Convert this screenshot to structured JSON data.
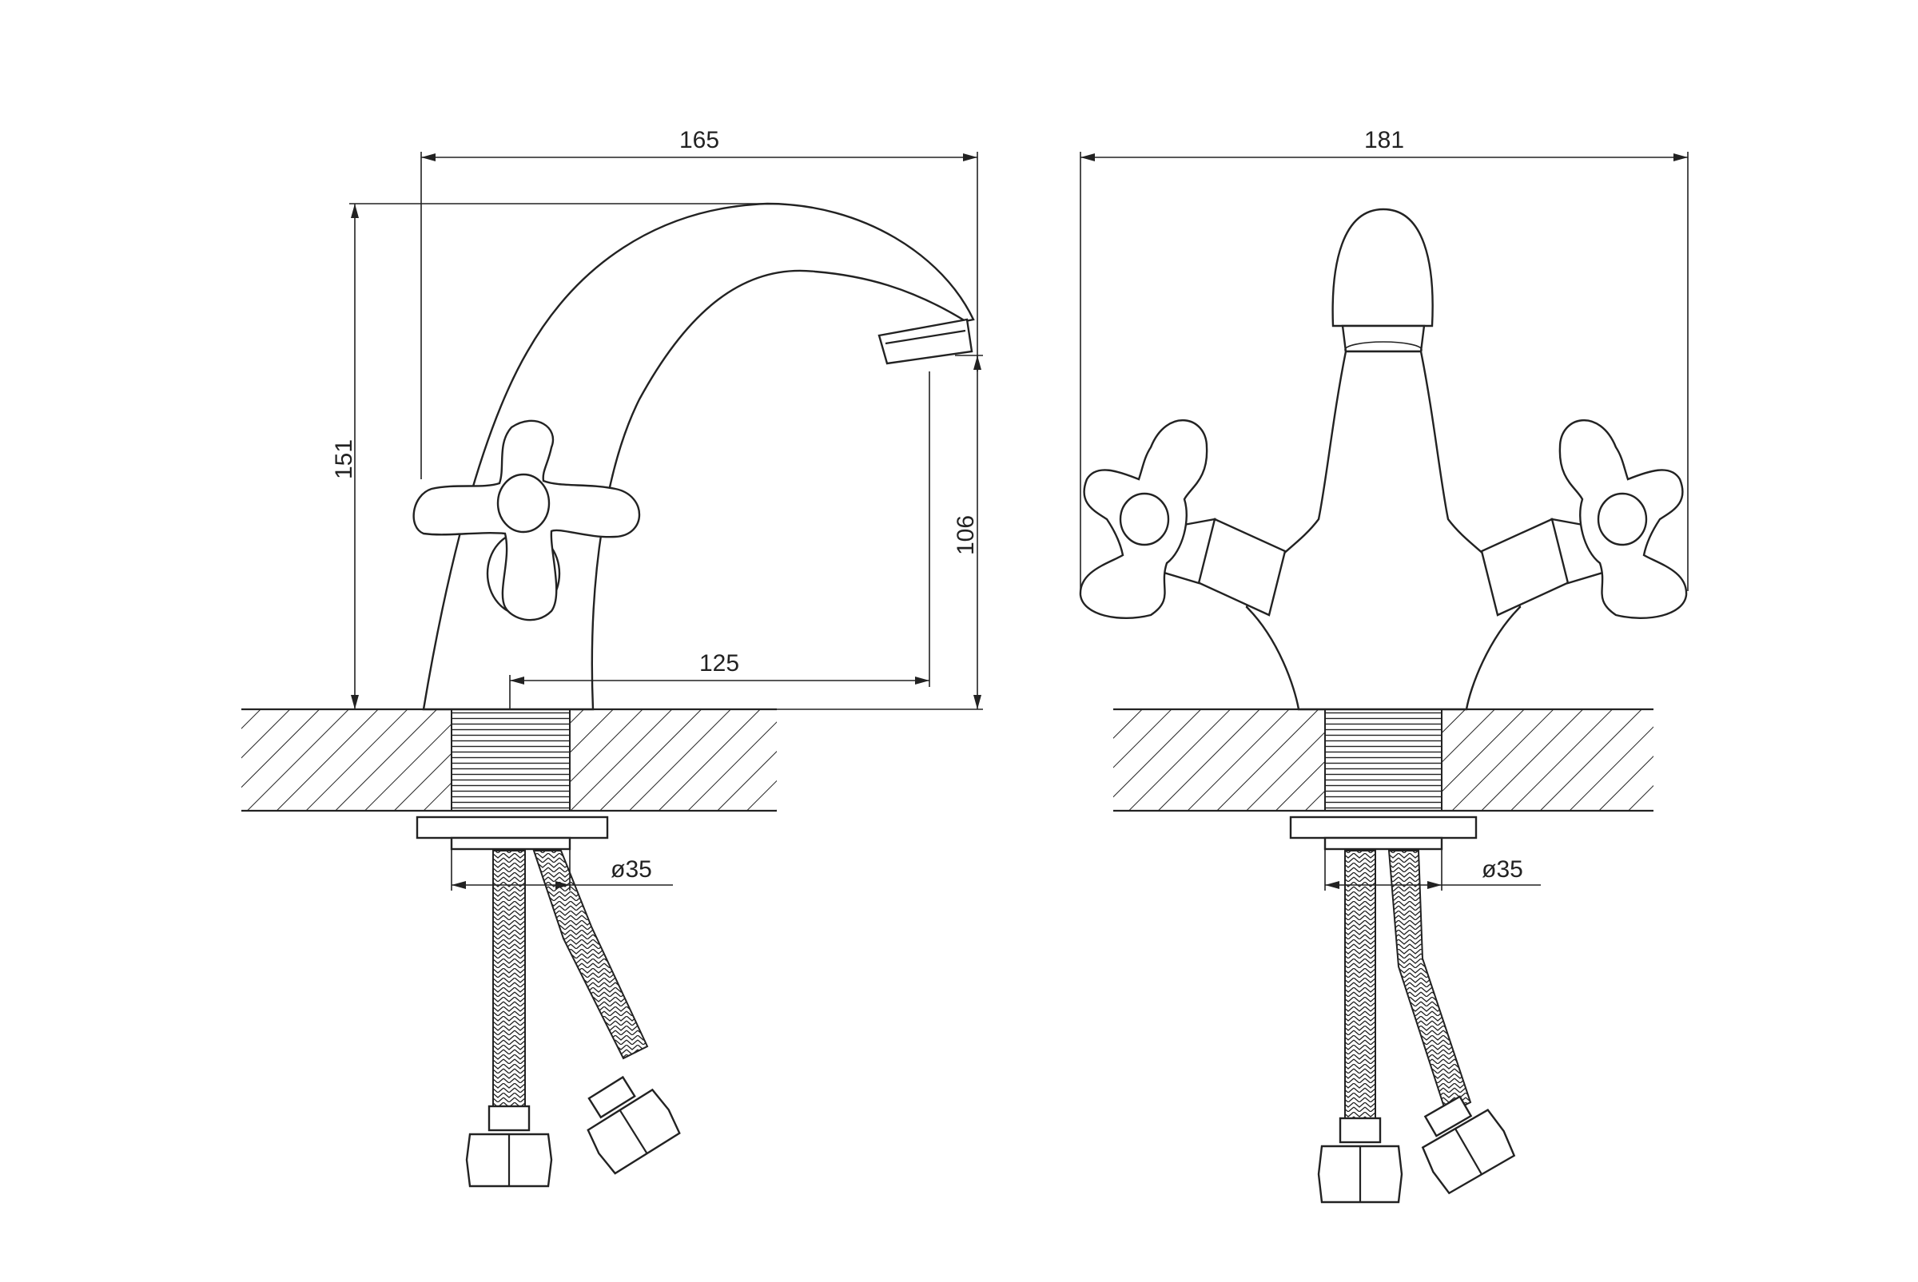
{
  "dimensions": {
    "side_width": "165",
    "side_height": "151",
    "side_spout_height": "106",
    "side_reach": "125",
    "side_diameter": "ø35",
    "front_width": "181",
    "front_diameter": "ø35"
  }
}
